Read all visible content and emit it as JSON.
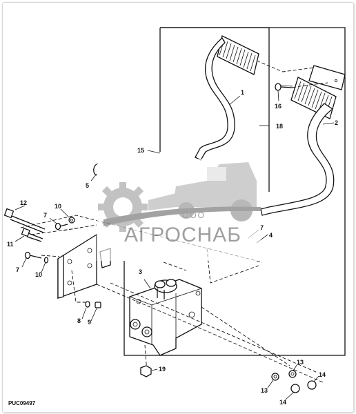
{
  "diagram": {
    "ref_code": "PUC09497",
    "callouts": [
      {
        "id": "c1",
        "text": "1"
      },
      {
        "id": "c2",
        "text": "2"
      },
      {
        "id": "c3",
        "text": "3"
      },
      {
        "id": "c4",
        "text": "4"
      },
      {
        "id": "c5",
        "text": "5"
      },
      {
        "id": "c7a",
        "text": "7"
      },
      {
        "id": "c7b",
        "text": "7"
      },
      {
        "id": "c7c",
        "text": "7"
      },
      {
        "id": "c8",
        "text": "8"
      },
      {
        "id": "c9",
        "text": "9"
      },
      {
        "id": "c10a",
        "text": "10"
      },
      {
        "id": "c10b",
        "text": "10"
      },
      {
        "id": "c11",
        "text": "11"
      },
      {
        "id": "c12",
        "text": "12"
      },
      {
        "id": "c13a",
        "text": "13"
      },
      {
        "id": "c13b",
        "text": "13"
      },
      {
        "id": "c14a",
        "text": "14"
      },
      {
        "id": "c14b",
        "text": "14"
      },
      {
        "id": "c15",
        "text": "15"
      },
      {
        "id": "c16",
        "text": "16"
      },
      {
        "id": "c18",
        "text": "18"
      },
      {
        "id": "c19",
        "text": "19"
      }
    ]
  },
  "watermark": {
    "top_text": "ООО",
    "brand": "АГРОСНАБ",
    "color": "#9a9a9a"
  }
}
